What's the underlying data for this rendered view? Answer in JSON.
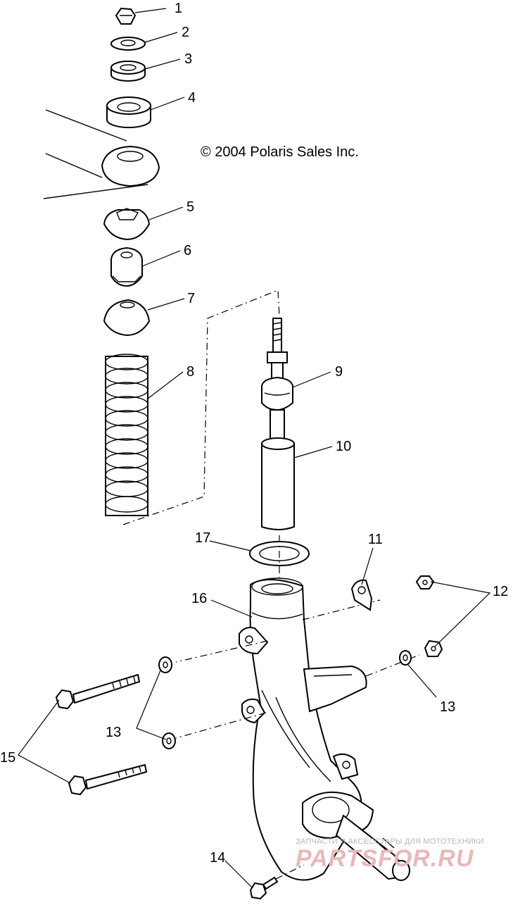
{
  "copyright": "© 2004 Polaris Sales Inc.",
  "callouts": [
    "1",
    "2",
    "3",
    "4",
    "5",
    "6",
    "7",
    "8",
    "9",
    "10",
    "11",
    "12",
    "13",
    "13",
    "14",
    "15",
    "16",
    "17"
  ],
  "watermark": {
    "tagline": "ЗАПЧАСТИ И АКСЕССУАРЫ ДЛЯ МОТОТЕХНИКИ",
    "brand": "PARTSFOR.RU"
  }
}
